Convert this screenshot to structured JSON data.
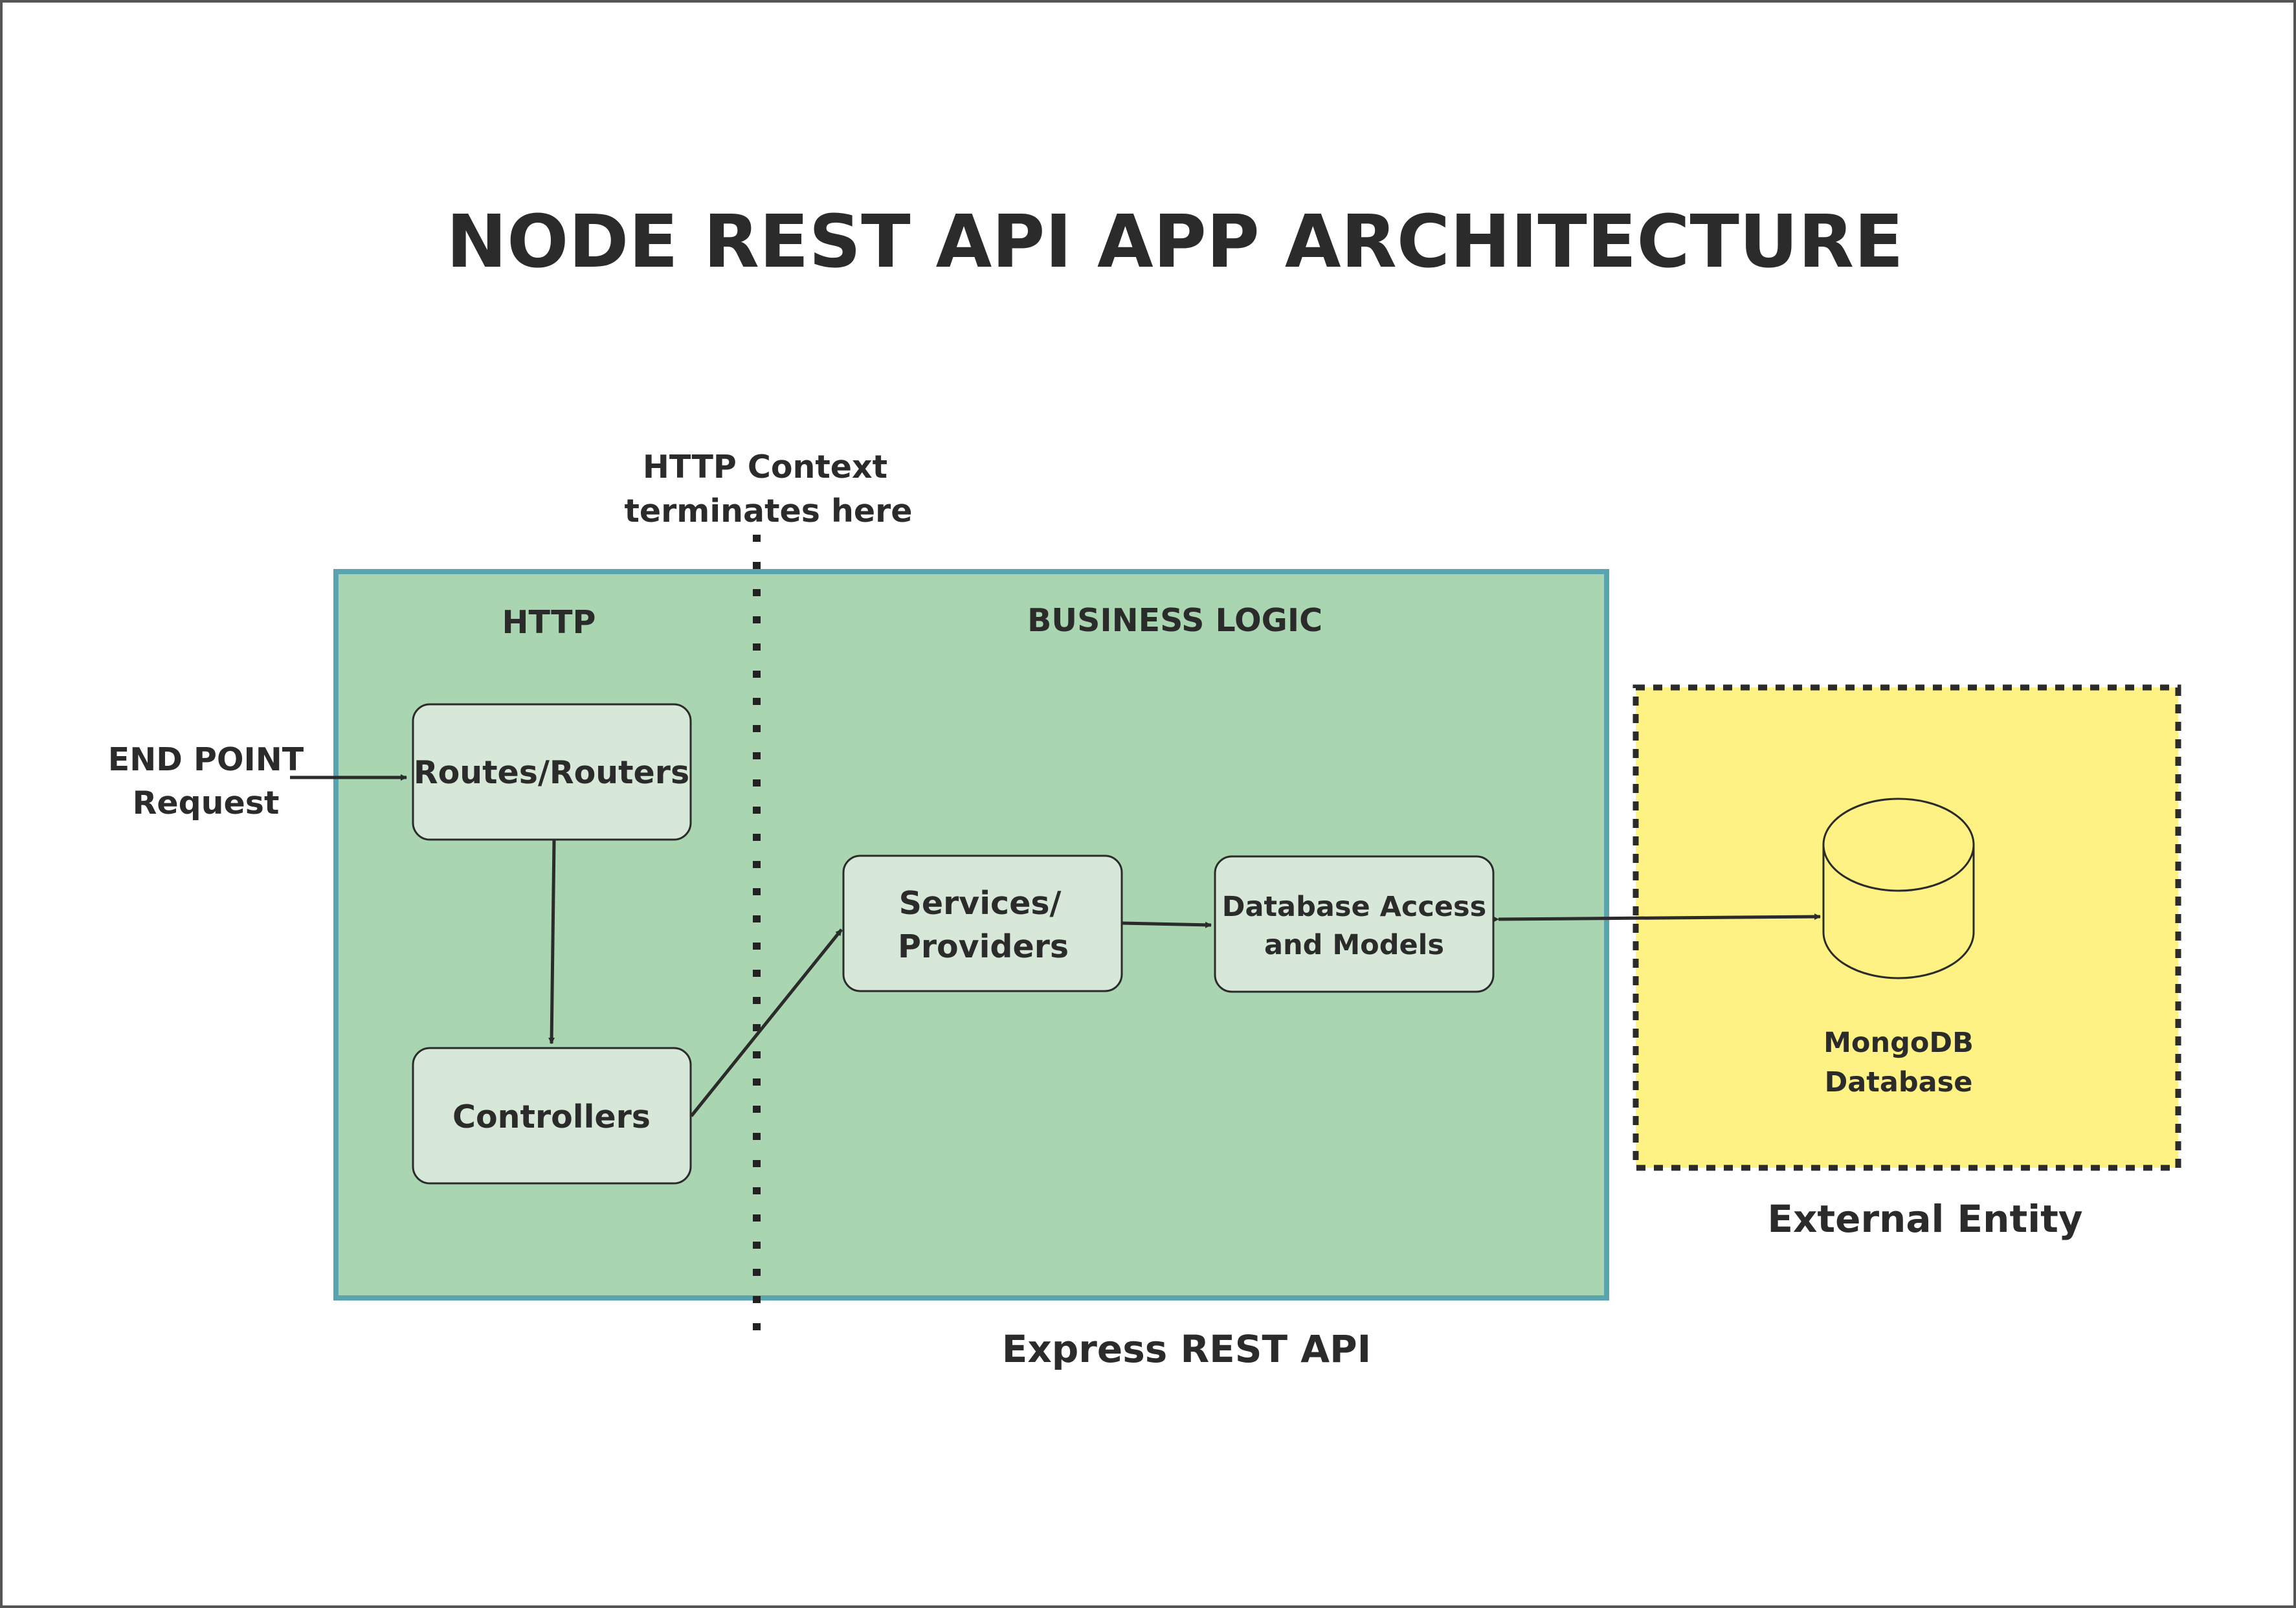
{
  "title": "NODE REST API APP ARCHITECTURE",
  "boundary_note": [
    "HTTP Context",
    "terminates here"
  ],
  "express_api": {
    "label": "Express REST API",
    "fill": "#a9d5b0",
    "border": "#5aa4b0",
    "sections": {
      "http": "HTTP",
      "business_logic": "BUSINESS LOGIC"
    },
    "nodes": {
      "routes": [
        "Routes/Routers"
      ],
      "controllers": [
        "Controllers"
      ],
      "services": [
        "Services/",
        "Providers"
      ],
      "db_access": [
        "Database Access",
        "and Models"
      ]
    },
    "node_fill": "#d7e8d8"
  },
  "endpoint": [
    "END POINT",
    "Request"
  ],
  "external": {
    "label": "External Entity",
    "fill": "#fef284",
    "database": [
      "MongoDB",
      "Database"
    ],
    "database_icon": "cylinder-icon"
  },
  "connections": [
    {
      "from": "END POINT Request",
      "to": "Routes/Routers"
    },
    {
      "from": "Routes/Routers",
      "to": "Controllers"
    },
    {
      "from": "Controllers",
      "to": "Services/Providers"
    },
    {
      "from": "Services/Providers",
      "to": "Database Access and Models"
    },
    {
      "from": "Database Access and Models",
      "to": "MongoDB Database",
      "bidirectional": true
    }
  ]
}
